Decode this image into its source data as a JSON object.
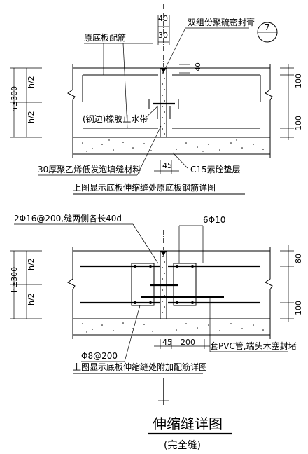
{
  "labels": {
    "seal_top": "双组份聚硫密封膏",
    "dim_40_top": "40",
    "dim_30_top": "30",
    "dim_40_side": "40",
    "orig_rebar": "原底板配筋",
    "rubber_waterstop": "(钢边)橡胶止水带",
    "filler": "30厚聚乙烯低发泡填缝材料",
    "dim_45_a": "45",
    "cushion": "C15素砼垫层",
    "caption_1": "上图显示底板伸缩缝处原底板钢筋详图",
    "bars_top": "2Φ16@200,缝两侧各长40d",
    "bar_6": "6Φ10",
    "bar_8": "Φ8@200",
    "dim_45_b": "45",
    "dim_200": "200",
    "pvc": "套PVC管,端头木塞封堵",
    "caption_2": "上图显示底板伸缩缝处附加配筋详图",
    "h_ge_300_a": "h≥300",
    "h2_a1": "h/2",
    "h2_a2": "h/2",
    "h_ge_300_b": "h≥300",
    "h2_b1": "h/2",
    "h2_b2": "h/2",
    "d100_a1": "100",
    "d100_a2": "100",
    "d80": "80",
    "d100_b": "100",
    "callout_num": "7",
    "callout_dash": "—",
    "title": "伸缩缝详图",
    "subtitle": "(完全缝)"
  }
}
